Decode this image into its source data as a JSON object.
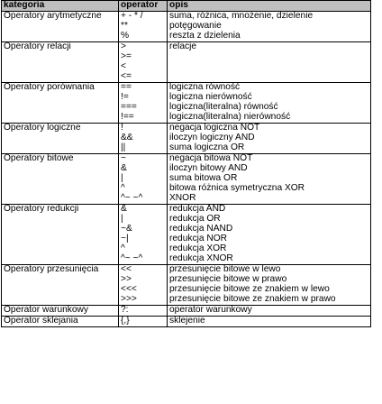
{
  "headers": [
    "kategoria",
    "operator",
    "opis"
  ],
  "rows": [
    {
      "category": "Operatory arytmetyczne",
      "operators": [
        "+ - * /",
        "**",
        "%"
      ],
      "descriptions": [
        "suma, różnica, mnożenie, dzielenie",
        "potęgowanie",
        "reszta z dzielenia"
      ]
    },
    {
      "category": "Operatory relacji",
      "operators": [
        ">",
        ">=",
        "<",
        "<="
      ],
      "descriptions": [
        "relacje"
      ]
    },
    {
      "category": "Operatory porównania",
      "operators": [
        "==",
        "!=",
        "===",
        "!=="
      ],
      "descriptions": [
        "logiczna równość",
        "logiczna nierówność",
        "logiczna(literalna) równość",
        "logiczna(literalna) nierówność"
      ]
    },
    {
      "category": "Operatory logiczne",
      "operators": [
        "!",
        "&&",
        "||"
      ],
      "descriptions": [
        "negacja logiczna NOT",
        "iloczyn logiczny AND",
        "suma logiczna OR"
      ]
    },
    {
      "category": "Operatory bitowe",
      "operators": [
        "~",
        "&",
        "|",
        "^",
        "^~ ~^"
      ],
      "descriptions": [
        "negacja bitowa NOT",
        "iloczyn bitowy AND",
        "suma bitowa OR",
        "bitowa różnica symetryczna XOR",
        "XNOR"
      ]
    },
    {
      "category": "Operatory redukcji",
      "operators": [
        "&",
        "|",
        "~&",
        "~|",
        "^",
        "^~ ~^"
      ],
      "descriptions": [
        "redukcja AND",
        "redukcja OR",
        "redukcja NAND",
        "redukcja NOR",
        "redukcja XOR",
        "redukcja XNOR"
      ]
    },
    {
      "category": "Operatory przesunięcia",
      "operators": [
        "<<",
        ">>",
        "<<<",
        ">>>"
      ],
      "descriptions": [
        "przesunięcie bitowe w lewo",
        "przesunięcie bitowe w prawo",
        "przesunięcie bitowe ze znakiem w lewo",
        "przesunięcie bitowe ze znakiem w prawo"
      ]
    },
    {
      "category": "Operator warunkowy",
      "operators": [
        "?:"
      ],
      "descriptions": [
        "operator warunkowy"
      ]
    },
    {
      "category": "Operator sklejania",
      "operators": [
        "{,}"
      ],
      "descriptions": [
        "sklejenie"
      ]
    }
  ]
}
